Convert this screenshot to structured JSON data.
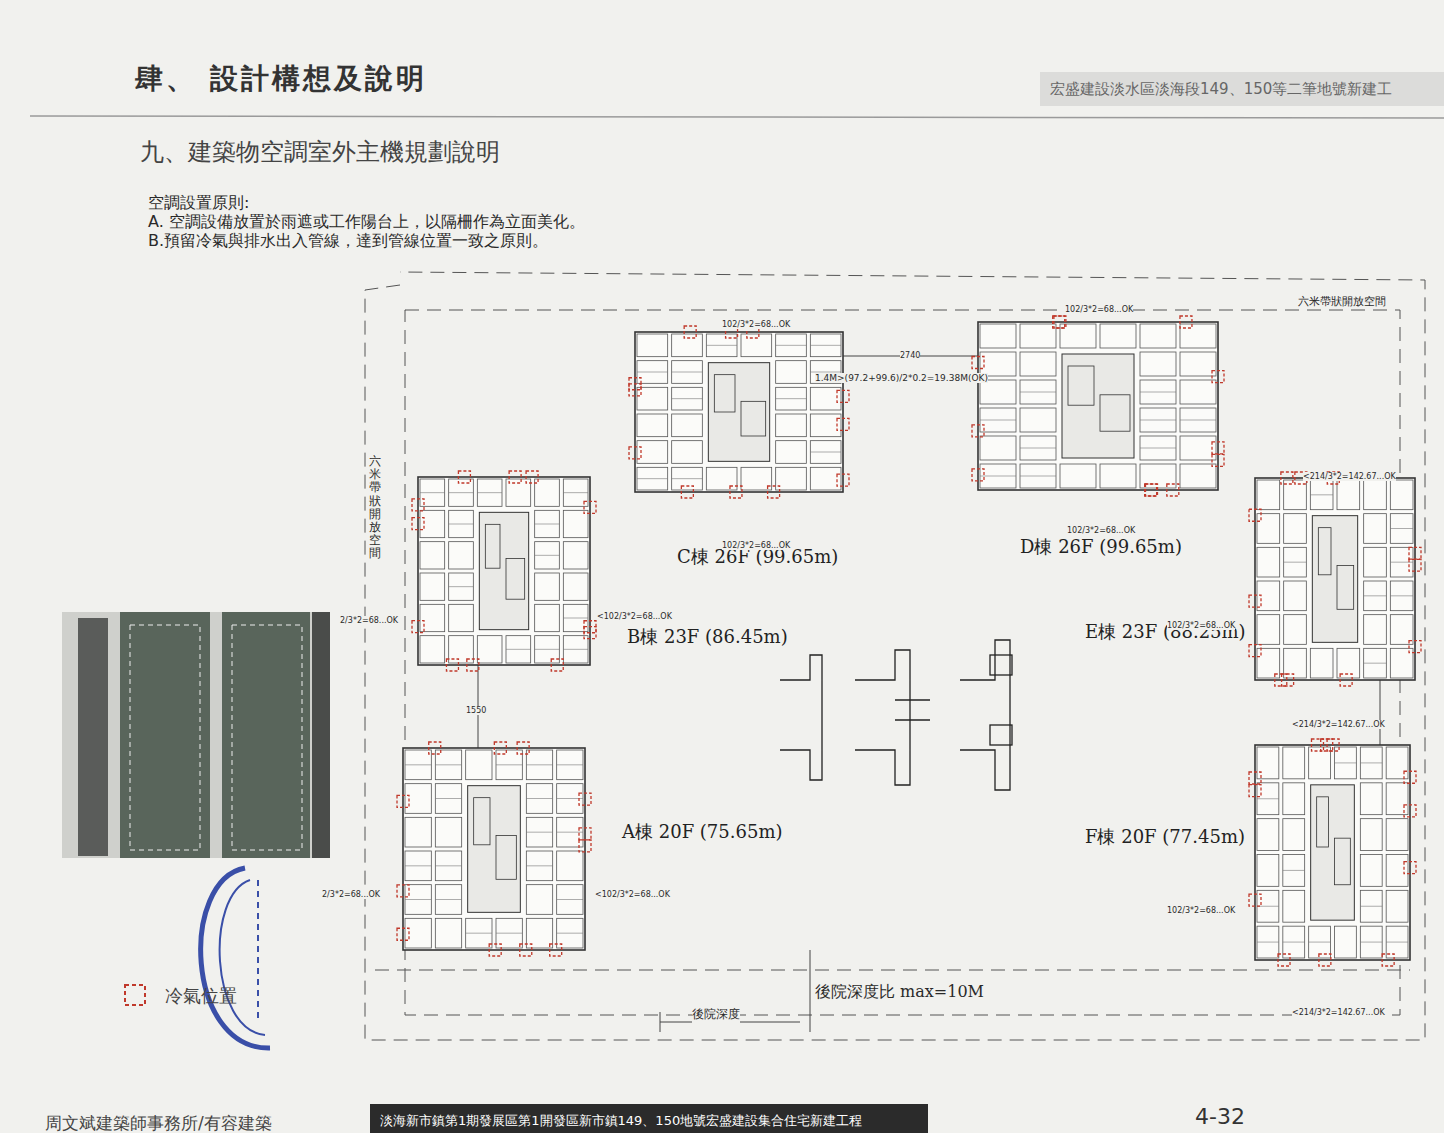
{
  "diagram": {
    "title": "肆、 設計構想及說明",
    "nodes": [
      {
        "text": [
          "C棟 26F (99.65m)"
        ]
      },
      {
        "text": [
          "D棟 26F (99.65m)"
        ]
      },
      {
        "text": [
          "B棟 23F (86.45m)"
        ]
      },
      {
        "text": [
          "E棟 23F (88.25m)"
        ]
      },
      {
        "text": [
          "A棟 20F (75.65m)"
        ]
      },
      {
        "text": [
          "F棟 20F (77.45m)"
        ]
      }
    ],
    "labels": [
      "宏盛建設淡水區淡海段149、150等二筆地號新建工",
      "九、建築物空調室外主機規劃說明",
      "空調設置原則:",
      "A. 空調設備放置於雨遮或工作陽台上，以隔柵作為立面美化。",
      "B.預留冷氣與排水出入管線，達到管線位置一致之原則。",
      "六米帶狀開放空間",
      "六米帶狀開放空間",
      "2740",
      "1.4M>(97.2+99.6)/2*0.2=19.38M(OK)",
      "102/3*2=68...OK",
      "102/3*2=68...OK",
      "102/3*2=68...OK",
      "102/3*2=68...OK",
      "<102/3*2=68...OK",
      "2/3*2=68...OK",
      "<102/3*2=68...OK",
      "2/3*2=68...OK",
      "<214/3*2=142.67...OK",
      "102/3*2=68...OK",
      "<214/3*2=142.67...OK",
      "102/3*2=68...OK",
      "<214/3*2=142.67...OK",
      "1550",
      "後院深度比 max=10M",
      "後院深度",
      "周文斌建築師事務所/有容建築",
      "淡海新市鎮第1期發展區第1開發區新市鎮149、150地號宏盛建設集合住宅新建工程",
      "4-32"
    ],
    "legend": [
      {
        "text": "冷氣位置"
      }
    ]
  }
}
